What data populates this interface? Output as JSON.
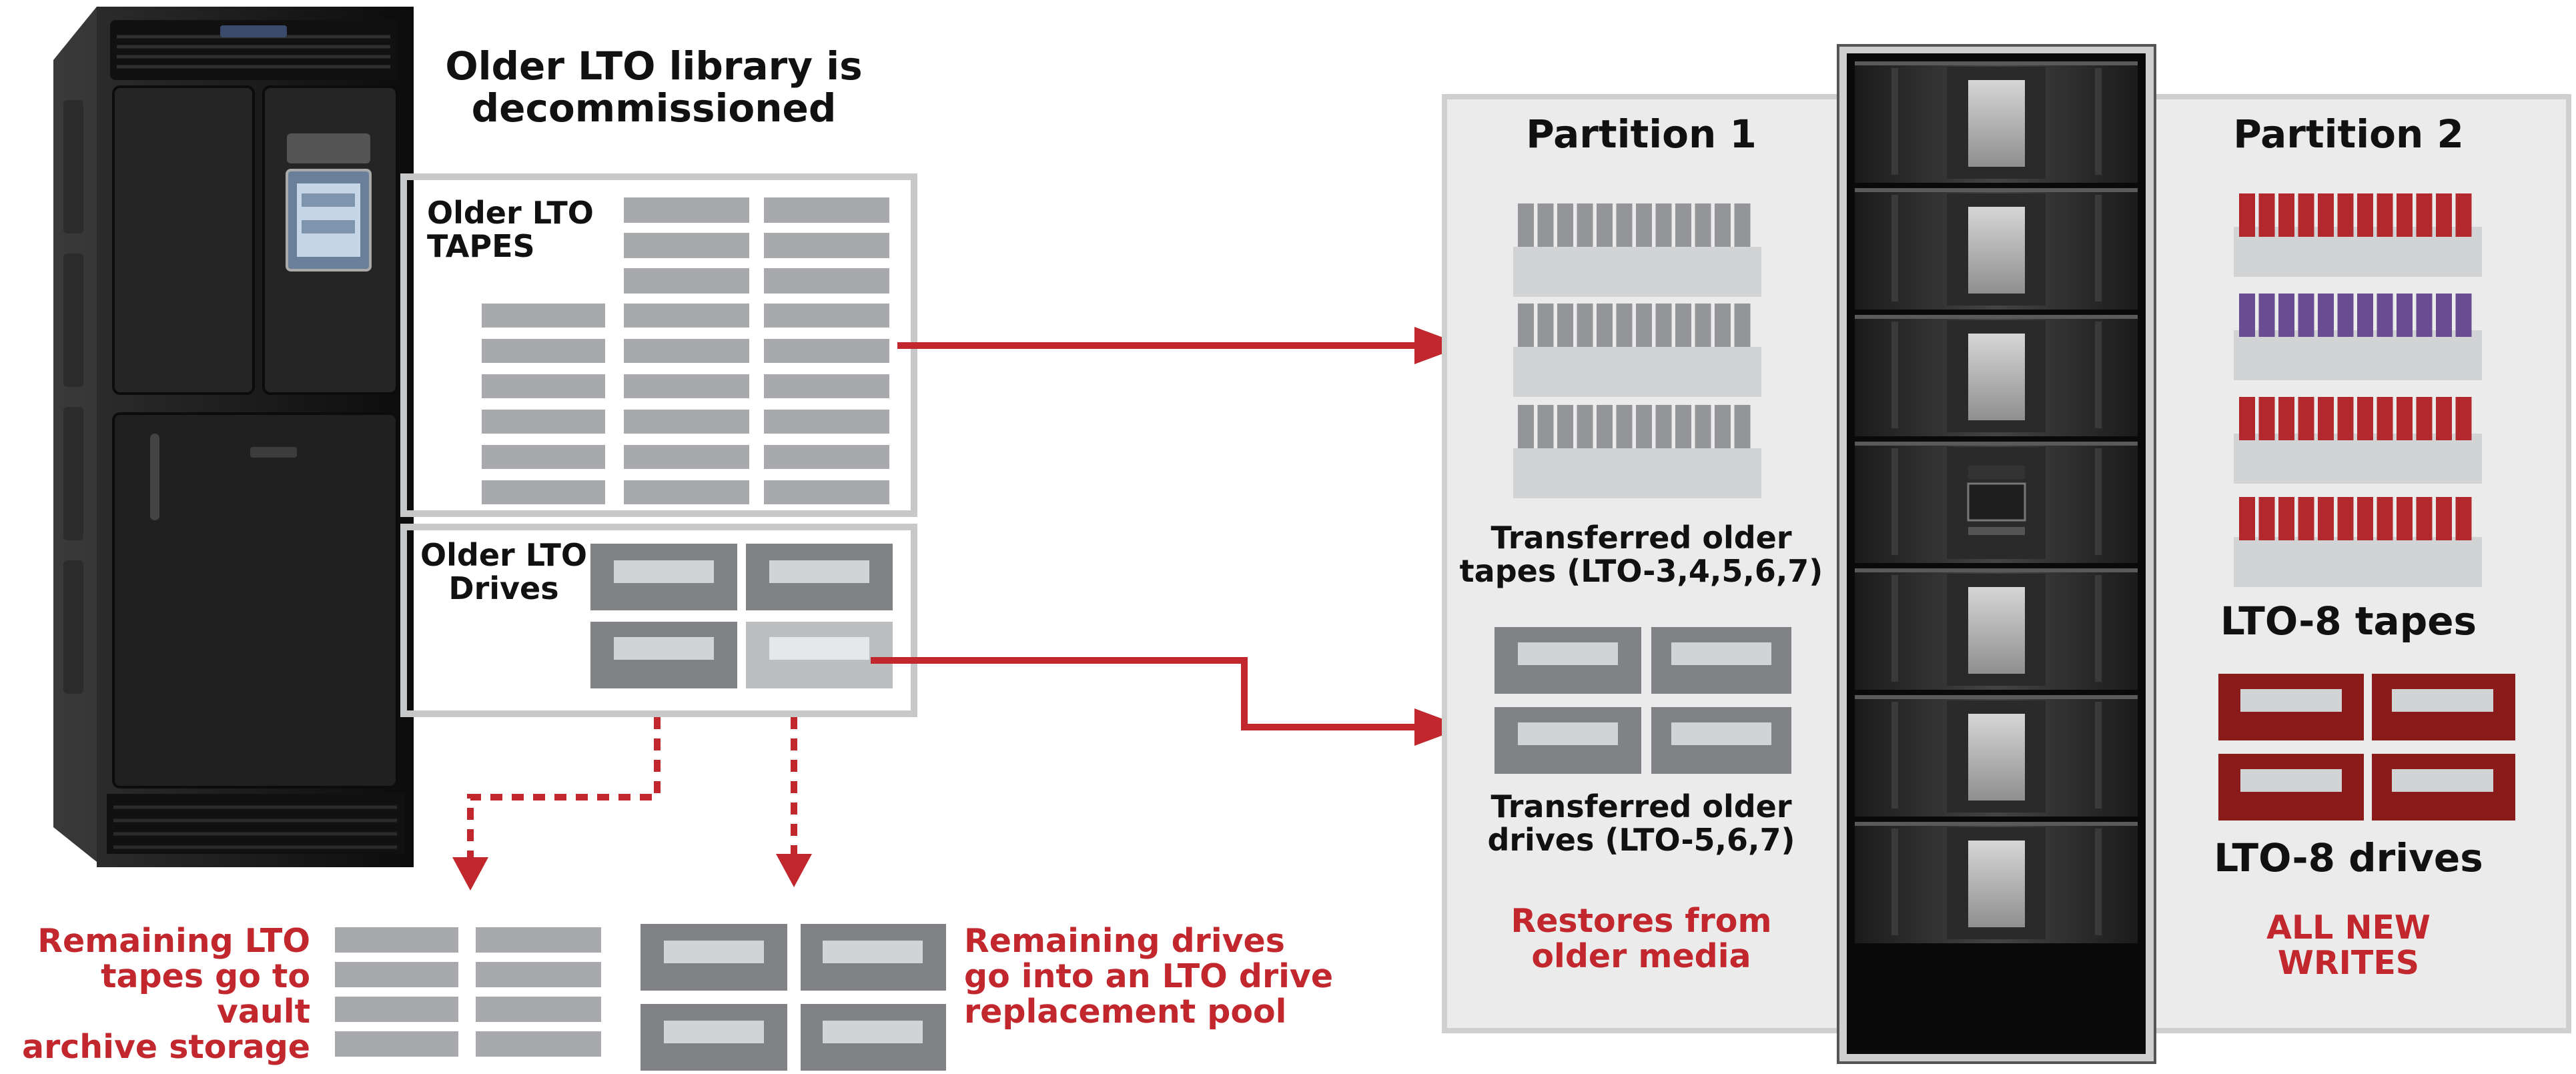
{
  "colors": {
    "accent_red": "#c1272d",
    "tape_gray": "#a7a9ac",
    "drive_gray": "#808285",
    "lto8_tape_red": "#b3282d",
    "lto8_tape_purple": "#6a4c93",
    "lto8_drive_red": "#8b1a1a",
    "panel_gray": "#ebebeb"
  },
  "icons": {
    "old_library": "tape-library-cabinet-icon",
    "new_library": "tape-library-rack-icon"
  },
  "old_library": {
    "heading": "Older LTO library is\ndecommissioned",
    "tapes_label": "Older LTO\nTAPES",
    "drives_label": "Older LTO\nDrives"
  },
  "remaining": {
    "tapes_text": "Remaining LTO\ntapes go to vault\narchive storage",
    "drives_text": "Remaining drives\ngo into an LTO drive\nreplacement pool"
  },
  "partition1": {
    "title": "Partition 1",
    "tapes_caption": "Transferred older\ntapes (LTO-3,4,5,6,7)",
    "drives_caption": "Transferred older\ndrives (LTO-5,6,7)",
    "purpose": "Restores from\nolder media"
  },
  "partition2": {
    "title": "Partition 2",
    "tapes_caption": "LTO-8 tapes",
    "drives_caption": "LTO-8 drives",
    "purpose": "ALL NEW\nWRITES"
  }
}
